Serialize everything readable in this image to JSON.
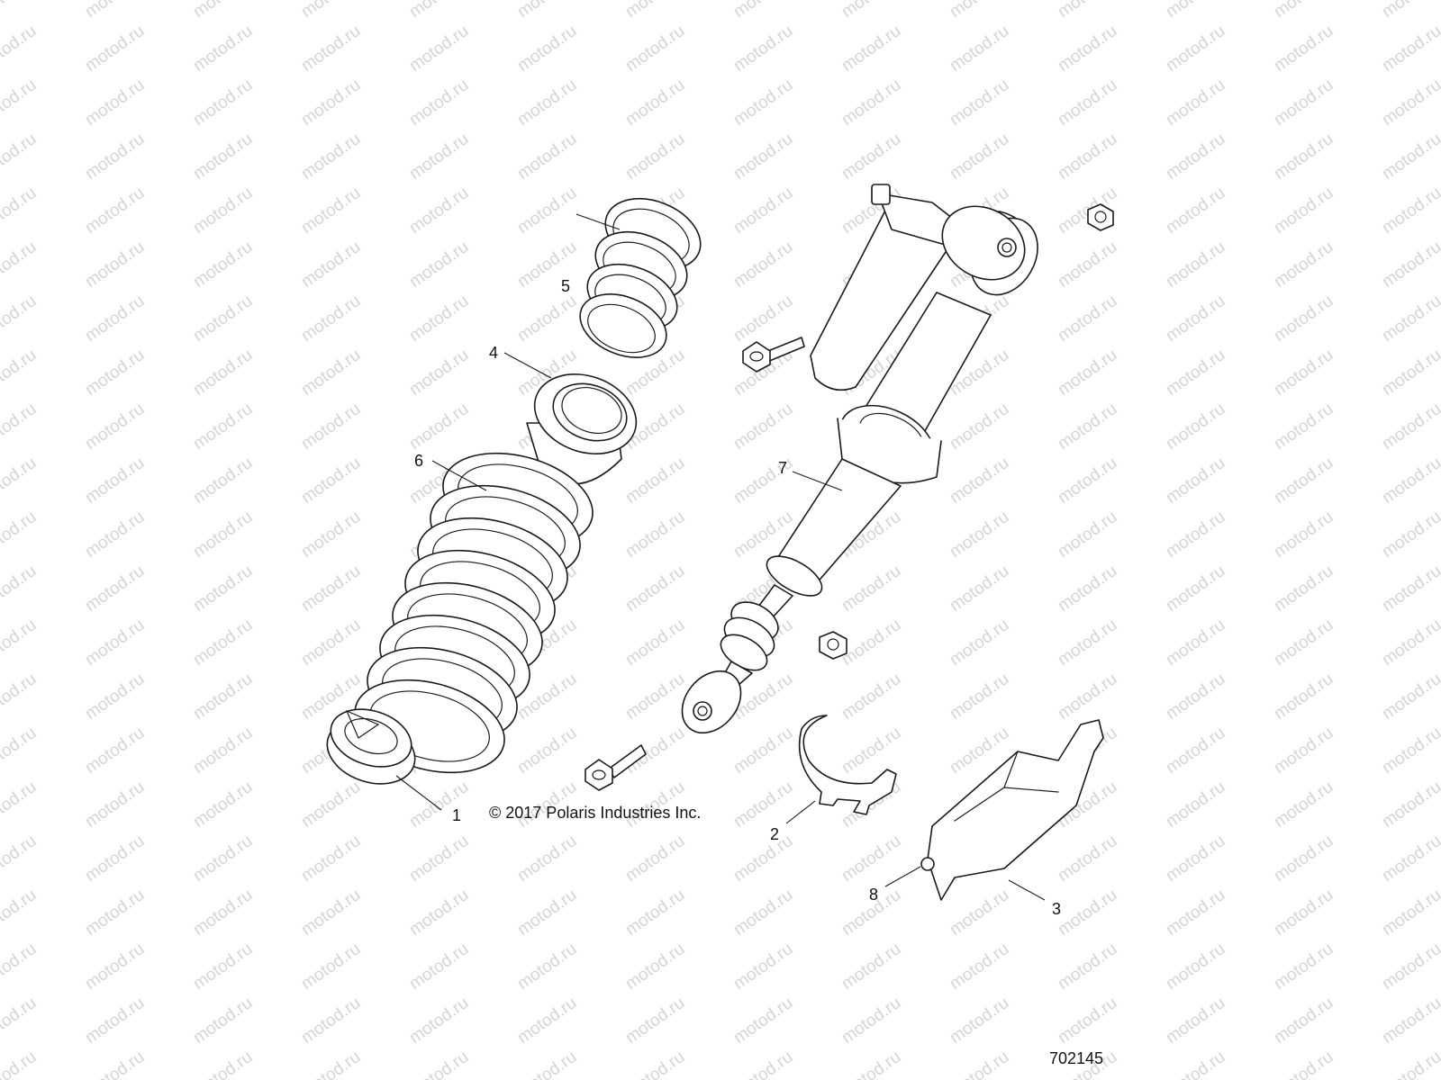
{
  "watermark": "motod.ru",
  "copyright": "© 2017 Polaris Industries Inc.",
  "diagram_number": "702145",
  "callouts": [
    {
      "id": "1",
      "label": "1"
    },
    {
      "id": "2",
      "label": "2"
    },
    {
      "id": "3",
      "label": "3"
    },
    {
      "id": "4",
      "label": "4"
    },
    {
      "id": "5",
      "label": "5"
    },
    {
      "id": "6",
      "label": "6"
    },
    {
      "id": "7",
      "label": "7"
    },
    {
      "id": "8",
      "label": "8"
    }
  ],
  "colors": {
    "line": "#1a1a1a",
    "watermark": "#d4d4d4",
    "background": "#ffffff"
  }
}
